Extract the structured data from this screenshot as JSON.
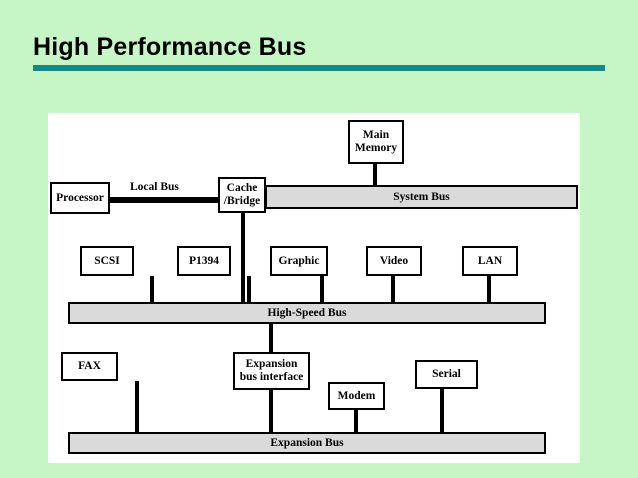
{
  "slide": {
    "title": "High Performance Bus",
    "accent_color": "#118a8a",
    "background_color": "#c6f5c6",
    "panel_color": "#ffffff",
    "bus_fill_color": "#dadada",
    "line_color": "#000000"
  },
  "diagram": {
    "nodes": {
      "processor": {
        "label": "Processor"
      },
      "cache_bridge": {
        "label": "Cache\n/Bridge",
        "line1": "Cache",
        "line2": "/Bridge"
      },
      "main_memory": {
        "label": "Main\nMemory",
        "line1": "Main",
        "line2": "Memory"
      },
      "scsi": {
        "label": "SCSI"
      },
      "p1394": {
        "label": "P1394"
      },
      "graphic": {
        "label": "Graphic"
      },
      "video": {
        "label": "Video"
      },
      "lan": {
        "label": "LAN"
      },
      "fax": {
        "label": "FAX"
      },
      "expansion_bus_interface": {
        "label": "Expansion bus interface",
        "line1": "Expansion",
        "line2": "bus interface"
      },
      "modem": {
        "label": "Modem"
      },
      "serial": {
        "label": "Serial"
      }
    },
    "buses": {
      "local_bus": {
        "label": "Local Bus"
      },
      "system_bus": {
        "label": "System Bus"
      },
      "high_speed_bus": {
        "label": "High-Speed Bus"
      },
      "expansion_bus": {
        "label": "Expansion Bus"
      }
    }
  }
}
